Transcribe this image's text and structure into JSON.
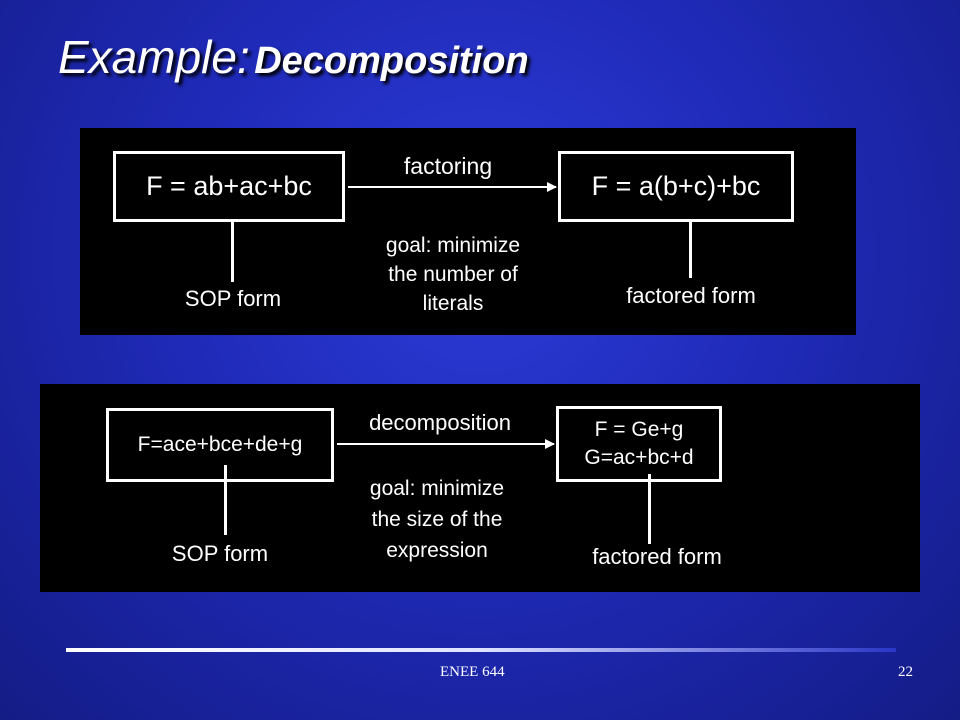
{
  "slide": {
    "title_main": "Example:",
    "title_sub": "Decomposition",
    "footer_course": "ENEE 644",
    "page_number": "22"
  },
  "diagram1": {
    "left_box": "F = ab+ac+bc",
    "right_box": "F = a(b+c)+bc",
    "arrow_label": "factoring",
    "goal_lines": [
      "goal: minimize",
      "the number of",
      "literals"
    ],
    "left_caption": "SOP form",
    "right_caption": "factored form"
  },
  "diagram2": {
    "left_box": "F=ace+bce+de+g",
    "right_box_lines": [
      "F = Ge+g",
      "G=ac+bc+d"
    ],
    "arrow_label": "decomposition",
    "goal_lines": [
      "goal: minimize",
      "the size of the",
      "expression"
    ],
    "left_caption": "SOP form",
    "right_caption": "factored form"
  }
}
